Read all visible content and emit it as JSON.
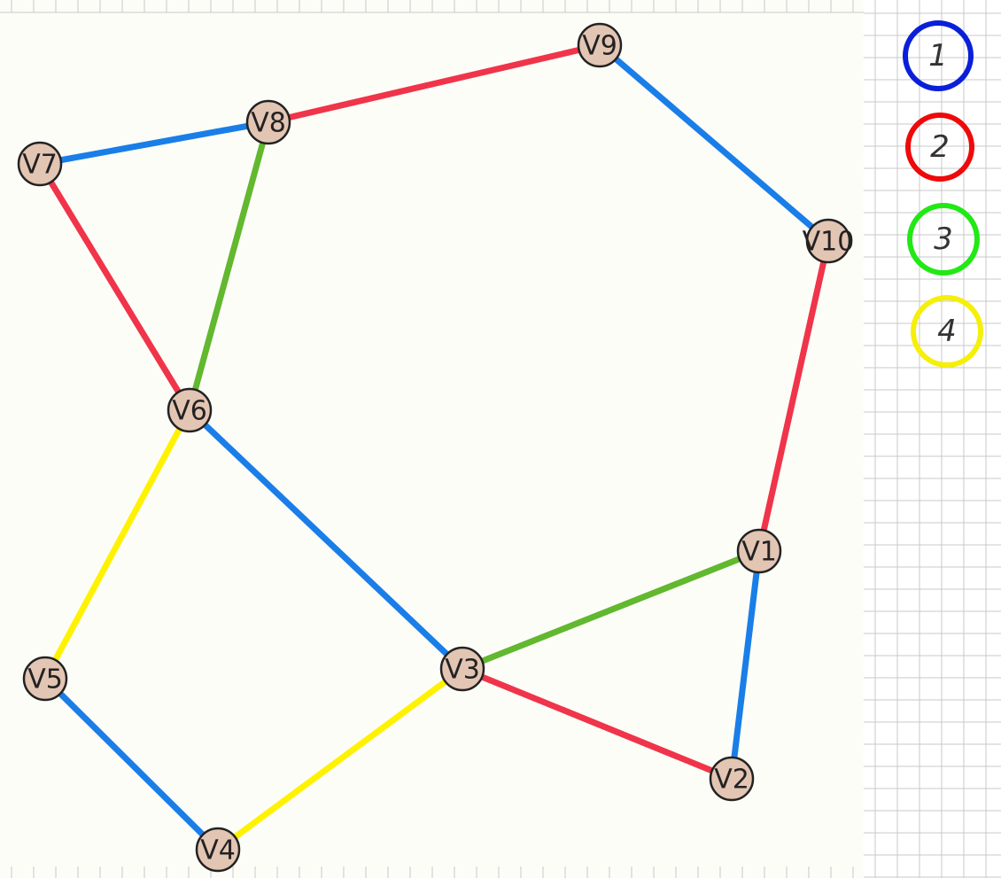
{
  "graph": {
    "vertices": [
      {
        "id": "V1",
        "label": "V1",
        "fill": "#e3c5b3"
      },
      {
        "id": "V2",
        "label": "V2",
        "fill": "#e3c5b3"
      },
      {
        "id": "V3",
        "label": "V3",
        "fill": "#e3c5b3"
      },
      {
        "id": "V4",
        "label": "V4",
        "fill": "#e3c5b3"
      },
      {
        "id": "V5",
        "label": "V5",
        "fill": "#e3c5b3"
      },
      {
        "id": "V6",
        "label": "V6",
        "fill": "#e3c5b3"
      },
      {
        "id": "V7",
        "label": "V7",
        "fill": "#e3c5b3"
      },
      {
        "id": "V8",
        "label": "V8",
        "fill": "#e3c5b3"
      },
      {
        "id": "V9",
        "label": "V9",
        "fill": "#e3c5b3"
      },
      {
        "id": "V10",
        "label": "V10",
        "fill": "#e3c5b3"
      }
    ],
    "edges": [
      {
        "from": "V9",
        "to": "V10",
        "color_id": 1
      },
      {
        "from": "V8",
        "to": "V9",
        "color_id": 2
      },
      {
        "from": "V7",
        "to": "V8",
        "color_id": 1
      },
      {
        "from": "V7",
        "to": "V6",
        "color_id": 2
      },
      {
        "from": "V8",
        "to": "V6",
        "color_id": 3
      },
      {
        "from": "V10",
        "to": "V1",
        "color_id": 2
      },
      {
        "from": "V6",
        "to": "V3",
        "color_id": 1
      },
      {
        "from": "V6",
        "to": "V5",
        "color_id": 4
      },
      {
        "from": "V1",
        "to": "V3",
        "color_id": 3
      },
      {
        "from": "V1",
        "to": "V2",
        "color_id": 1
      },
      {
        "from": "V3",
        "to": "V2",
        "color_id": 2
      },
      {
        "from": "V5",
        "to": "V4",
        "color_id": 1
      },
      {
        "from": "V3",
        "to": "V4",
        "color_id": 4
      }
    ]
  },
  "edge_colors": {
    "1": "#1a7ee8",
    "2": "#f0344a",
    "3": "#62b82e",
    "4": "#fff200"
  },
  "legend": [
    {
      "label": "1",
      "ring_color": "#0a1fd9"
    },
    {
      "label": "2",
      "ring_color": "#ee0a0a"
    },
    {
      "label": "3",
      "ring_color": "#22e816"
    },
    {
      "label": "4",
      "ring_color": "#f5ef0a"
    }
  ]
}
